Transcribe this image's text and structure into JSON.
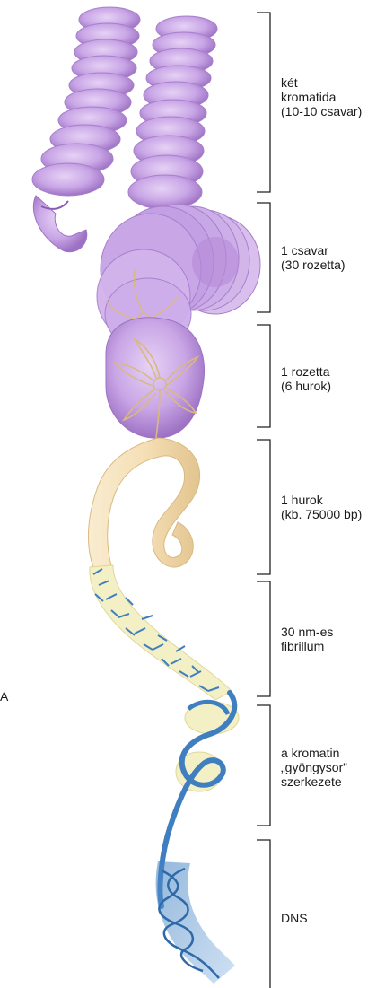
{
  "diagram": {
    "levels": [
      {
        "id": "ket-kromatida",
        "label": "két\nkromatida\n(10-10 csavar)"
      },
      {
        "id": "csavar",
        "label": "1 csavar\n(30 rozetta)"
      },
      {
        "id": "rozetta",
        "label": "1 rozetta\n(6 hurok)"
      },
      {
        "id": "hurok",
        "label": "1 hurok\n(kb. 75000 bp)"
      },
      {
        "id": "fibrillum",
        "label": "30 nm-es\nfibrillum"
      },
      {
        "id": "gyongysor",
        "label": "a kromatin\n„gyöngysor”\nszerkezete"
      },
      {
        "id": "dns",
        "label": "DNS"
      }
    ],
    "side_letter": "A",
    "colors": {
      "chromatid": "#c9a6e6",
      "chromatid_dark": "#9d72c4",
      "loop": "#f5dfb6",
      "loop_dark": "#d9b981",
      "fibril": "#f4f0c6",
      "dna": "#3f7fc0",
      "dna_light": "#a8c8ea",
      "bracket": "#222222"
    }
  }
}
